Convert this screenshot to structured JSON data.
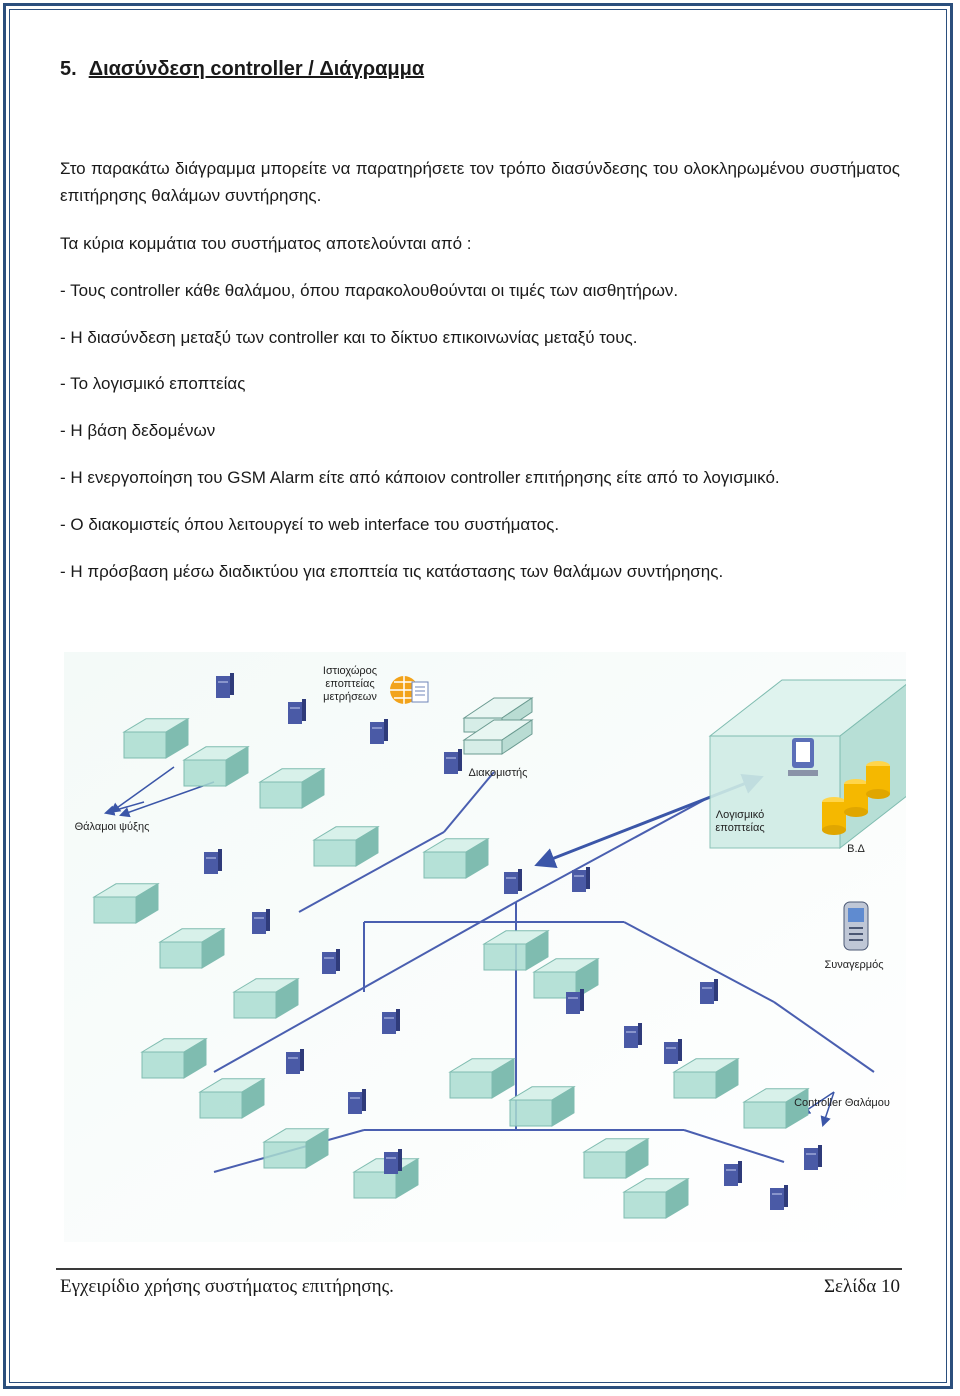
{
  "section": {
    "number": "5.",
    "title": "Διασύνδεση controller / Διάγραμμα"
  },
  "intro": "Στο παρακάτω διάγραμμα μπορείτε να παρατηρήσετε τον τρόπο διασύνδεσης του ολοκληρωμένου συστήματος επιτήρησης θαλάμων συντήρησης.",
  "components_intro": "Τα κύρια κομμάτια του συστήματος αποτελούνται από :",
  "components": [
    "- Τους controller κάθε θαλάμου, όπου παρακολουθούνται οι τιμές των αισθητήρων.",
    "- Η διασύνδεση μεταξύ των controller και το δίκτυο επικοινωνίας μεταξύ τους.",
    "- Το λογισμικό εποπτείας",
    "- Η βάση δεδομένων",
    "- Η ενεργοποίηση του GSM Alarm είτε από κάποιον controller επιτήρησης είτε από το λογισμικό.",
    "- Ο διακομιστείς όπου λειτουργεί το web interface του συστήματος.",
    "- Η πρόσβαση μέσω διαδικτύου για εποπτεία τις κατάστασης των θαλάμων συντήρησης."
  ],
  "diagram": {
    "labels": {
      "website_line1": "Ιστιοχώρος",
      "website_line2": "εποπτείας",
      "website_line3": "μετρήσεων",
      "servers": "Διακομιστής",
      "cold_rooms": "Θάλαμοι ψύξης",
      "software_line1": "Λογισμικό",
      "software_line2": "εποπτείας",
      "database": "Β.Δ",
      "alarm": "Συναγερμός",
      "room_controller": "Controller Θαλάμου"
    },
    "colors": {
      "cube_front": "#a9dcd0",
      "cube_top": "#d8f1ea",
      "cube_side": "#7fbcb0",
      "controller": "#4a5aa6",
      "network": "#4a5fb0",
      "arrow": "#3b56a8",
      "db": "#f5b800"
    }
  },
  "footer": {
    "left": "Εγχειρίδιο χρήσης συστήματος επιτήρησης.",
    "right": "Σελίδα 10"
  }
}
